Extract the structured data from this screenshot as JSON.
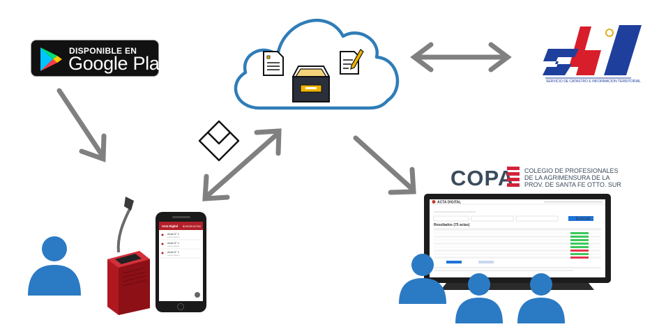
{
  "google_play": {
    "line1": "DISPONIBLE EN",
    "line2": "Google Play"
  },
  "copa": {
    "name": "COPA",
    "subtitle_lines": [
      "COLEGIO DE PROFESIONALES",
      "DE LA AGRIMENSURA DE LA",
      "PROV. DE SANTA FE OTTO. SUR"
    ]
  },
  "phone_app": {
    "title": "Acta Digital",
    "header_action": "BUSCAR ACTAS",
    "items": [
      {
        "title": "Acta N° 1",
        "sub": "Lorem ipsum"
      },
      {
        "title": "Acta N° 1",
        "sub": "Lorem ipsum"
      },
      {
        "title": "Acta N° 1",
        "sub": "Lorem ipsum"
      }
    ]
  },
  "monitor_app": {
    "title": "ACTA DIGITAL",
    "results_heading": "Resultados (75 actas)",
    "search_button": "BUSCAR"
  },
  "colors": {
    "cloud_stroke": "#2f7db8",
    "arrow_gray": "#808080",
    "person_blue": "#2b7ac4",
    "kiosk_red": "#b01820",
    "sici_blue": "#1f3f9c",
    "sici_red": "#d81e2a",
    "copa_red": "#d2233b"
  },
  "icons": {
    "cloud": "cloud-icon",
    "document": "document-icon",
    "edit_document": "edit-document-icon",
    "drawer": "archive-drawer-icon",
    "envelope": "envelope-icon",
    "person": "person-icon",
    "kiosk": "kiosk-terminal-icon",
    "phone": "smartphone-icon",
    "monitor": "monitor-icon"
  }
}
